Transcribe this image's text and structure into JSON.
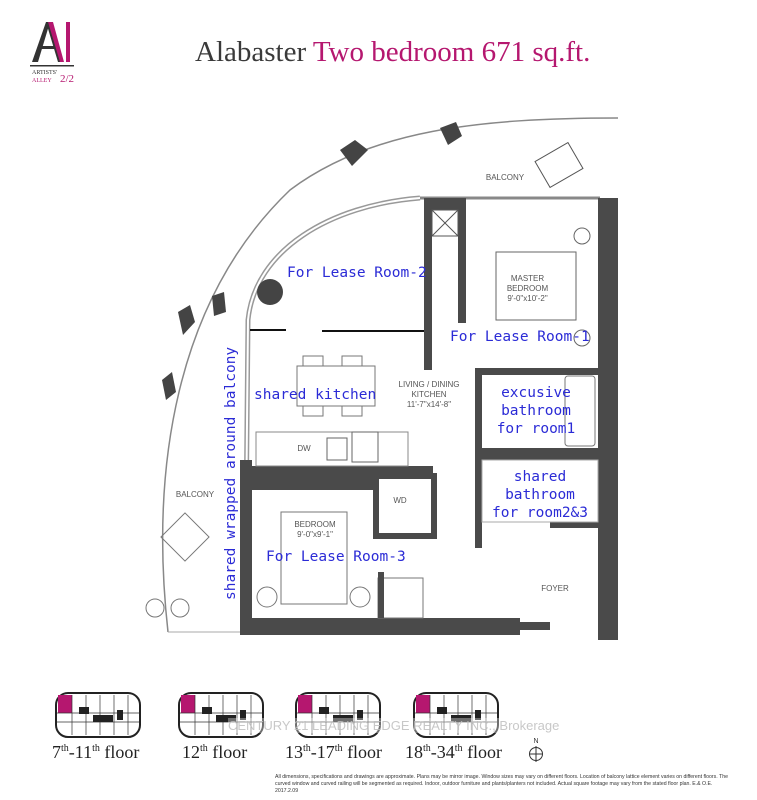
{
  "header": {
    "brand": "ARTISTS' ALLEY 2/2",
    "title_plain": "Alabaster",
    "title_accent": "Two bedroom 671 sq.ft."
  },
  "colors": {
    "accent": "#b5176f",
    "annotation": "#2b2bd6",
    "wall": "#4a4a4a"
  },
  "plan": {
    "balcony_top": "BALCONY",
    "balcony_left": "BALCONY",
    "master_bedroom": {
      "name": "MASTER BEDROOM",
      "size": "9'-0\"x10'-2\""
    },
    "living": {
      "name": "LIVING / DINING KITCHEN",
      "size": "11'-7\"x14'-8\""
    },
    "bedroom": {
      "name": "BEDROOM",
      "size": "9'-0\"x9'-1\""
    },
    "foyer": "FOYER",
    "dw": "DW",
    "wd": "WD"
  },
  "annotations": {
    "room2": "For Lease Room-2",
    "room1": "For Lease Room-1",
    "kitchen": "shared kitchen",
    "bath1": [
      "excusive",
      "bathroom",
      "for room1"
    ],
    "bath2": [
      "shared",
      "bathroom",
      "for room2&3"
    ],
    "room3": "For Lease Room-3",
    "balcony": "shared wrapped around balcony"
  },
  "key_plans": [
    {
      "from": "7",
      "to": "11",
      "suffix": "floor"
    },
    {
      "from": "12",
      "to": "",
      "suffix": "floor"
    },
    {
      "from": "13",
      "to": "17",
      "suffix": "floor"
    },
    {
      "from": "18",
      "to": "34",
      "suffix": "floor"
    }
  ],
  "ordinal": "th",
  "compass": "N",
  "watermark": "CENTURY 21 LEADING EDGE REALTY INC., Brokerage",
  "disclaimer": "All dimensions, specifications and drawings are approximate. Plans may be mirror image. Window sizes may vary on different floors. Location of balcony lattice element varies on different floors. The curved window and curved railing will be segmented as required. Indoor, outdoor furniture and plants/planters not included. Actual square footage may vary from the stated floor plan. E.& O.E. 2017.2.09"
}
